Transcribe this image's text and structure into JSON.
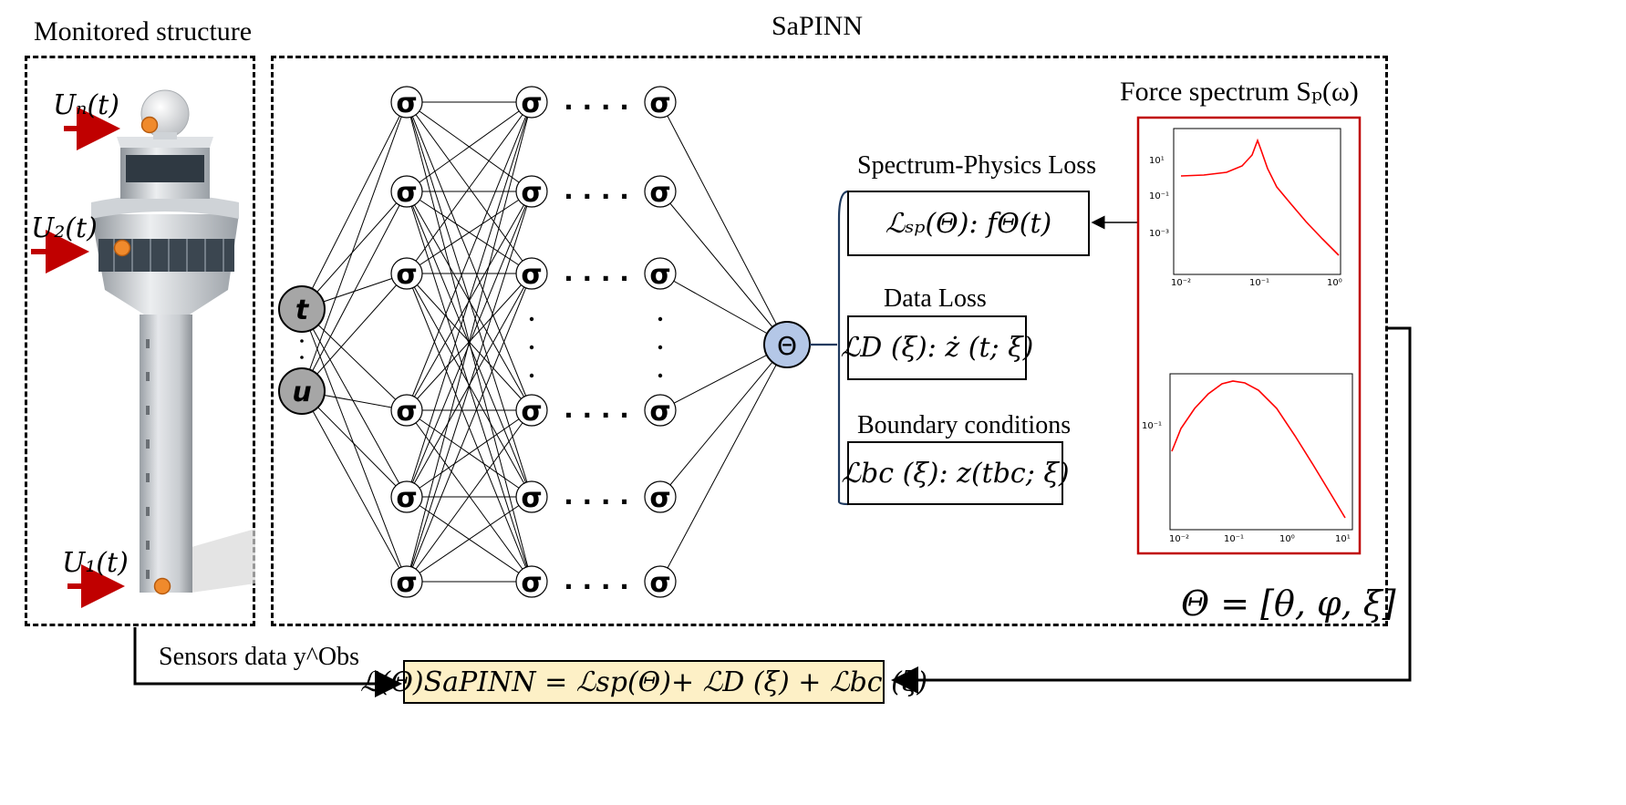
{
  "titles": {
    "monitored": "Monitored structure",
    "sapinn": "SaPINN",
    "force_spectrum": "Force spectrum Sₚ(ω)"
  },
  "inputs": {
    "u_n": "Uₙ(t)",
    "u_2": "U₂(t)",
    "u_1": "U₁(t)"
  },
  "network": {
    "input_t": "t",
    "input_u": "u",
    "activation": "σ",
    "output": "Θ",
    "ellipsis": ". . . ."
  },
  "losses": {
    "spectrum_title": "Spectrum-Physics Loss",
    "spectrum_expr": "ℒₛₚ(Θ): fΘ(t)",
    "data_title": "Data Loss",
    "data_expr": "ℒD (ξ): ż (t; ξ)",
    "bc_title": "Boundary conditions",
    "bc_expr": "ℒbc (ξ): z(tbc; ξ)"
  },
  "parameters": "Θ = [θ, φ, ξ]",
  "sensors_label": "Sensors data y^Obs",
  "total_loss": "ℒ(Θ)SaPINN = ℒsp(Θ)+ ℒD (ξ) + ℒbc (ξ)",
  "colors": {
    "arrow_red": "#c00000",
    "sensor_orange": "#f08a2c",
    "input_node_fill": "#a6a6a6",
    "output_node_fill": "#b4c7e7",
    "spectrum_border": "#c00000",
    "spectrum_curve": "#ff0000",
    "total_loss_fill": "#fdf0c6"
  },
  "spectrum_plots": {
    "top": {
      "y_ticks": [
        "10¹",
        "10⁻¹",
        "10⁻³"
      ],
      "x_ticks": [
        "10⁻²",
        "10⁻¹",
        "10⁰"
      ]
    },
    "bottom": {
      "y_ticks": [
        "10⁻¹"
      ],
      "x_ticks": [
        "10⁻²",
        "10⁻¹",
        "10⁰",
        "10¹"
      ]
    }
  }
}
